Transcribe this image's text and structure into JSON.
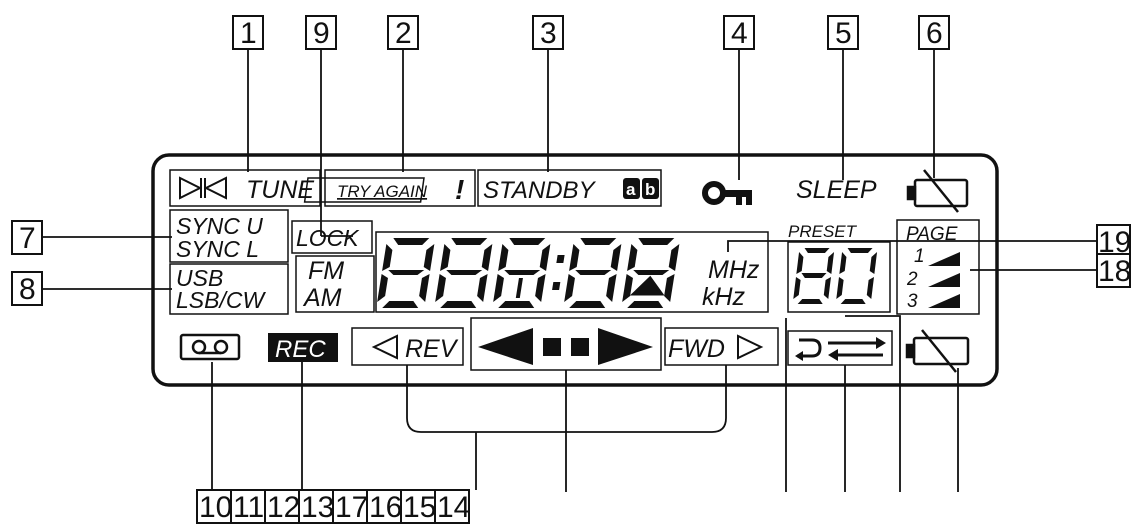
{
  "labels": {
    "tune": "TUNE",
    "try_again": "TRY AGAIN",
    "exclaim": "!",
    "standby": "STANDBY",
    "standby_a": "a",
    "standby_b": "b",
    "sleep": "SLEEP",
    "sync_u": "SYNC U",
    "sync_l": "SYNC L",
    "lock": "LOCK",
    "fm": "FM",
    "am": "AM",
    "mhz": "MHz",
    "khz": "kHz",
    "usb": "USB",
    "lsb_cw": "LSB/CW",
    "preset": "PRESET",
    "preset_digits": "80",
    "page": "PAGE",
    "page_1": "1",
    "page_2": "2",
    "page_3": "3",
    "rec": "REC",
    "rev": "REV",
    "fwd": "FWD"
  },
  "callouts": {
    "c1": "1",
    "c2": "2",
    "c3": "3",
    "c4": "4",
    "c5": "5",
    "c6": "6",
    "c7": "7",
    "c8": "8",
    "c9": "9",
    "c10": "10",
    "c11": "11",
    "c12": "12",
    "c13": "13",
    "c14": "14",
    "c15": "15",
    "c16": "16",
    "c17": "17",
    "c18": "18",
    "c19": "19"
  },
  "colors": {
    "ink": "#111111",
    "background": "#ffffff"
  },
  "icons": [
    "tune-arrows-icon",
    "key-icon",
    "battery-empty-icon",
    "cassette-icon",
    "rewind-triangle-icon",
    "stop-squares-icon",
    "play-triangle-icon",
    "repeat-icon",
    "reverse-mode-icon",
    "signal-bar-icon"
  ]
}
